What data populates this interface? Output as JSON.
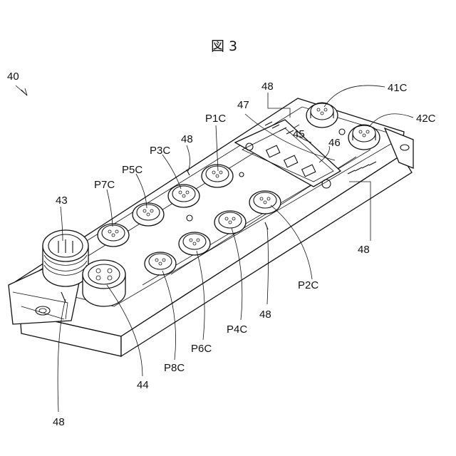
{
  "figure": {
    "title": "図 3",
    "labels": {
      "device": "40",
      "port_41": "41C",
      "port_42": "42C",
      "connector_43": "43",
      "connector_44": "44",
      "part_45": "45",
      "part_46": "46",
      "part_47": "47",
      "marker_48_top": "48",
      "marker_48_center": "48",
      "marker_48_right": "48",
      "marker_48_lower": "48",
      "marker_48_bottom": "48",
      "port_p1": "P1C",
      "port_p2": "P2C",
      "port_p3": "P3C",
      "port_p4": "P4C",
      "port_p5": "P5C",
      "port_p6": "P6C",
      "port_p7": "P7C",
      "port_p8": "P8C"
    }
  }
}
